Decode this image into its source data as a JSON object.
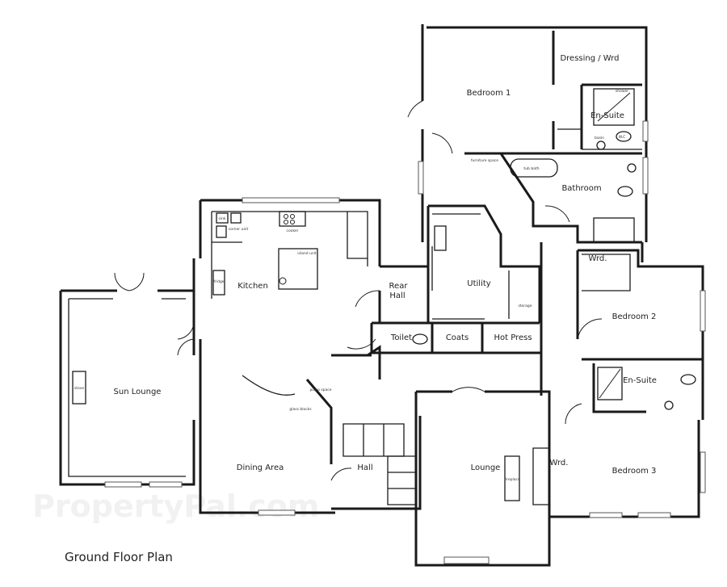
{
  "title": "Ground Floor Plan",
  "watermark": "PropertyPal.com",
  "rooms": {
    "bedroom1": "Bedroom 1",
    "dressing": "Dressing / Wrd",
    "ensuite1": "En-Suite",
    "bathroom": "Bathroom",
    "kitchen": "Kitchen",
    "rear_hall_1": "Rear",
    "rear_hall_2": "Hall",
    "utility": "Utility",
    "toilet": "Toilet",
    "coats": "Coats",
    "hot_press": "Hot Press",
    "bedroom2": "Bedroom 2",
    "wrd2": "Wrd.",
    "ensuite2": "En-Suite",
    "sun_lounge": "Sun Lounge",
    "dining": "Dining Area",
    "hall": "Hall",
    "lounge": "Lounge",
    "bedroom3": "Bedroom 3",
    "wrd3": "Wrd."
  },
  "fixtures": {
    "shower": "shower",
    "wc": "W.C",
    "basin": "basin",
    "tub_bath": "tub bath",
    "furniture_space": "furniture space",
    "sink": "sink",
    "corner_unit": "corner unit",
    "cooker": "cooker",
    "island_unit": "island unit",
    "fridge": "fridge",
    "piano_space": "piano space",
    "glass_blocks": "glass blocks",
    "stove": "stove",
    "fireplace": "fireplace",
    "storage": "storage"
  }
}
